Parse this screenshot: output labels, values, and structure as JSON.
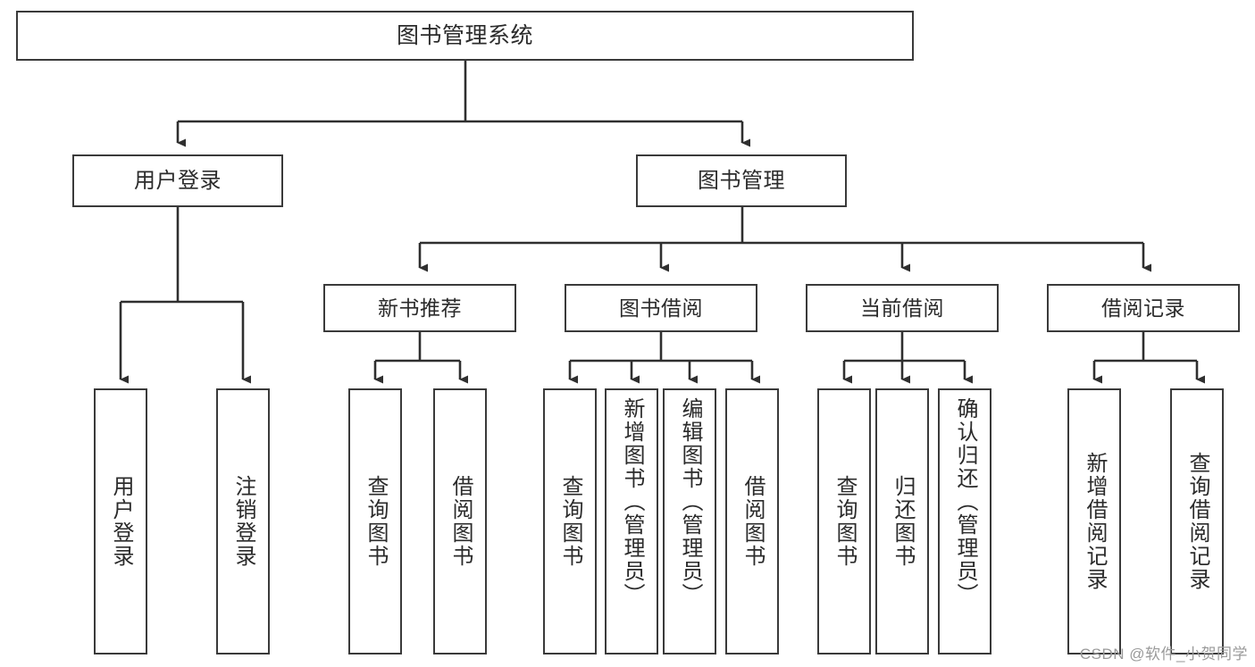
{
  "diagram": {
    "title": "图书管理系统",
    "type": "tree",
    "watermark": "CSDN @软件_小贺同学",
    "colors": {
      "box_border": "#3a3a3a",
      "box_fill": "#ffffff",
      "connector": "#2f2f2f",
      "text": "#2b2b2b",
      "watermark": "#9a9a9a"
    },
    "nodes": {
      "root": {
        "label": "图书管理系统",
        "level": 1
      },
      "level2": [
        {
          "id": "user-login",
          "label": "用户登录"
        },
        {
          "id": "book-management",
          "label": "图书管理"
        }
      ],
      "level3": [
        {
          "id": "new-book-recommend",
          "label": "新书推荐",
          "parent": "book-management"
        },
        {
          "id": "book-borrow",
          "label": "图书借阅",
          "parent": "book-management"
        },
        {
          "id": "current-borrow",
          "label": "当前借阅",
          "parent": "book-management"
        },
        {
          "id": "borrow-record",
          "label": "借阅记录",
          "parent": "book-management"
        }
      ],
      "leaves": [
        {
          "id": "leaf-user-login",
          "label": "用户登录",
          "parent": "user-login"
        },
        {
          "id": "leaf-logout",
          "label": "注销登录",
          "parent": "user-login"
        },
        {
          "id": "leaf-query-book-1",
          "label": "查询图书",
          "parent": "new-book-recommend"
        },
        {
          "id": "leaf-borrow-book-1",
          "label": "借阅图书",
          "parent": "new-book-recommend"
        },
        {
          "id": "leaf-query-book-2",
          "label": "查询图书",
          "parent": "book-borrow"
        },
        {
          "id": "leaf-add-book",
          "label": "新增图书（管理员）",
          "parent": "book-borrow"
        },
        {
          "id": "leaf-edit-book",
          "label": "编辑图书（管理员）",
          "parent": "book-borrow"
        },
        {
          "id": "leaf-borrow-book-2",
          "label": "借阅图书",
          "parent": "book-borrow"
        },
        {
          "id": "leaf-query-book-3",
          "label": "查询图书",
          "parent": "current-borrow"
        },
        {
          "id": "leaf-return-book",
          "label": "归还图书",
          "parent": "current-borrow"
        },
        {
          "id": "leaf-confirm-return",
          "label": "确认归还（管理员）",
          "parent": "current-borrow"
        },
        {
          "id": "leaf-add-record",
          "label": "新增借阅记录",
          "parent": "borrow-record"
        },
        {
          "id": "leaf-query-record",
          "label": "查询借阅记录",
          "parent": "borrow-record"
        }
      ]
    }
  }
}
